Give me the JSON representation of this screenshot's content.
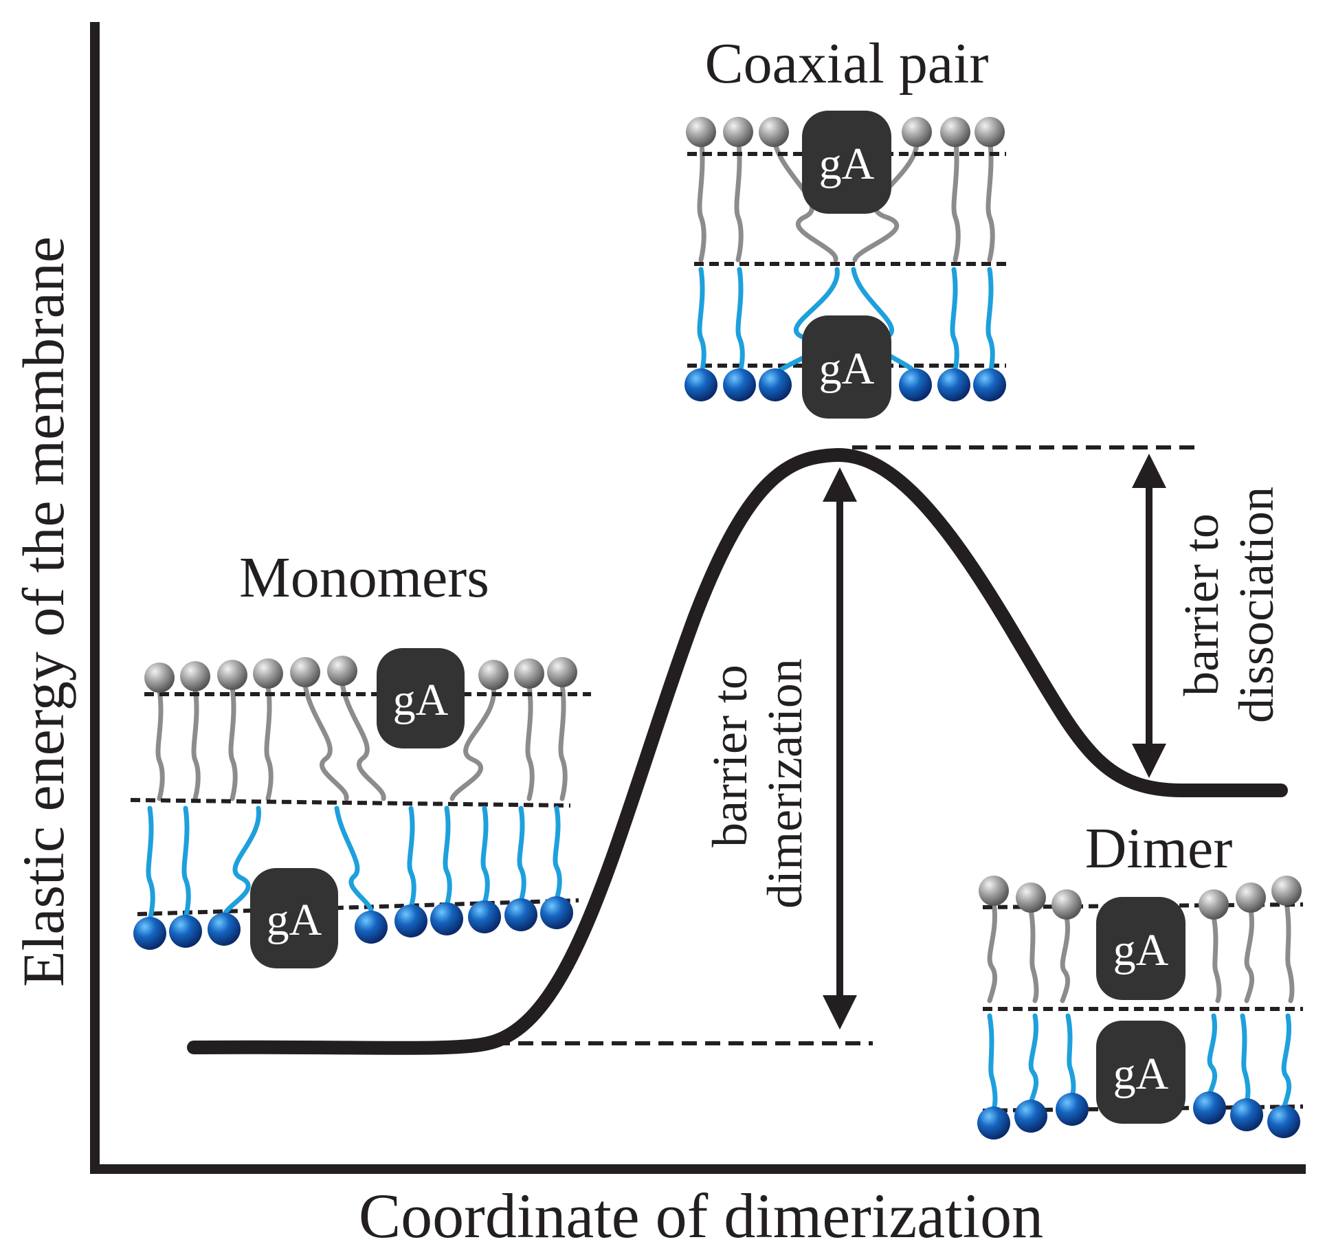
{
  "axes": {
    "x_label": "Coordinate of dimerization",
    "y_label": "Elastic energy of the membrane"
  },
  "states": {
    "monomers": {
      "title": "Monomers",
      "peptide_label": "gA"
    },
    "coaxial": {
      "title": "Coaxial pair",
      "peptide_label": "gA"
    },
    "dimer": {
      "title": "Dimer",
      "peptide_label": "gA"
    }
  },
  "barriers": {
    "dimerization": {
      "line1": "barrier to",
      "line2": "dimerization"
    },
    "dissociation": {
      "line1": "barrier to",
      "line2": "dissociation"
    }
  },
  "colors": {
    "curve": "#231f20",
    "top_leaflet_heads": "#9a9a9a",
    "top_leaflet_tails": "#8c8c8c",
    "bottom_leaflet_heads": "#1565c0",
    "bottom_leaflet_tails": "#1ea0dc",
    "peptide": "#333333"
  }
}
